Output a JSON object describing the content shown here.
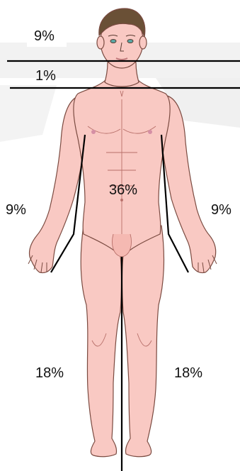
{
  "labels": {
    "head": "9%",
    "neck": "1%",
    "trunk": "36%",
    "right_arm": "9%",
    "left_arm": "9%",
    "right_leg": "18%",
    "left_leg": "18%"
  },
  "colors": {
    "skin": "#f9c9c3",
    "skin_shadow": "#ec9c97",
    "skin_outline": "#7a4a40",
    "hair": "#6a5036",
    "divider": "#000000",
    "watermark": "#e6e6e6"
  }
}
